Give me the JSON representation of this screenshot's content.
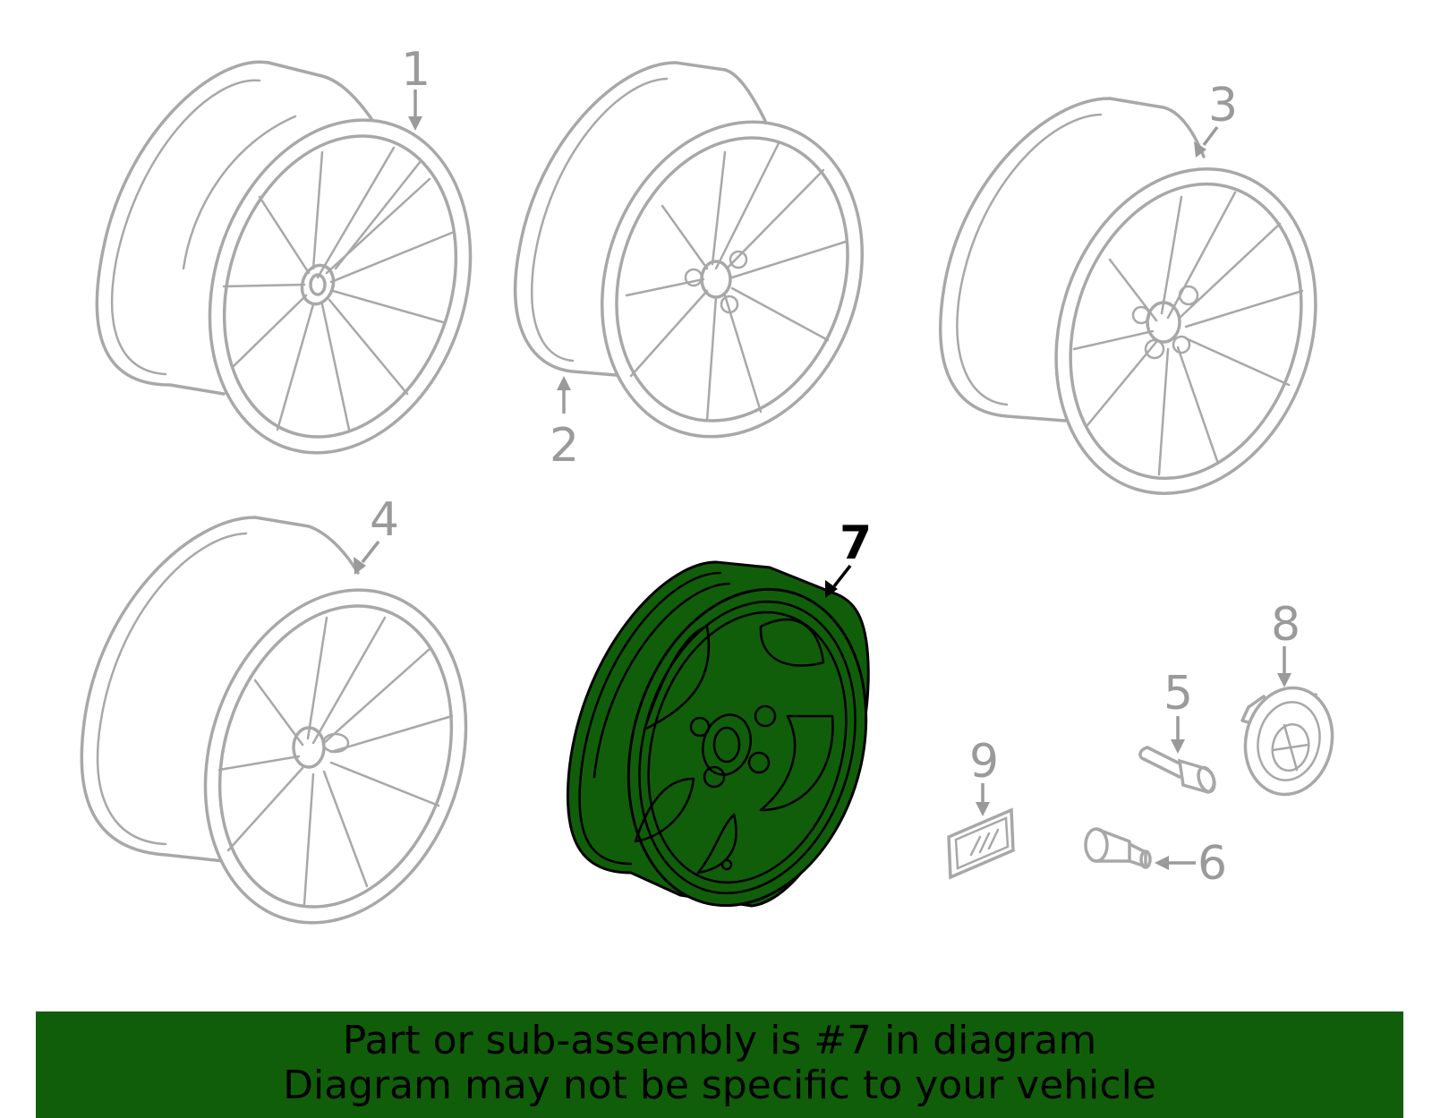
{
  "diagram": {
    "callouts": [
      {
        "id": "1",
        "label": "1",
        "highlighted": false,
        "depicts": "alloy wheel"
      },
      {
        "id": "2",
        "label": "2",
        "highlighted": false,
        "depicts": "alloy wheel"
      },
      {
        "id": "3",
        "label": "3",
        "highlighted": false,
        "depicts": "alloy wheel"
      },
      {
        "id": "4",
        "label": "4",
        "highlighted": false,
        "depicts": "alloy wheel"
      },
      {
        "id": "5",
        "label": "5",
        "highlighted": false,
        "depicts": "wheel bolt"
      },
      {
        "id": "6",
        "label": "6",
        "highlighted": false,
        "depicts": "valve stem"
      },
      {
        "id": "7",
        "label": "7",
        "highlighted": true,
        "depicts": "spare wheel"
      },
      {
        "id": "8",
        "label": "8",
        "highlighted": false,
        "depicts": "center cap"
      },
      {
        "id": "9",
        "label": "9",
        "highlighted": false,
        "depicts": "emblem badge"
      }
    ],
    "highlight_color": "#115e0a",
    "ghost_color": "#a8a8a8"
  },
  "banner": {
    "line1": "Part or sub-assembly is #7 in diagram",
    "line2": "Diagram may not be specific to your vehicle",
    "background": "#115e0a"
  }
}
